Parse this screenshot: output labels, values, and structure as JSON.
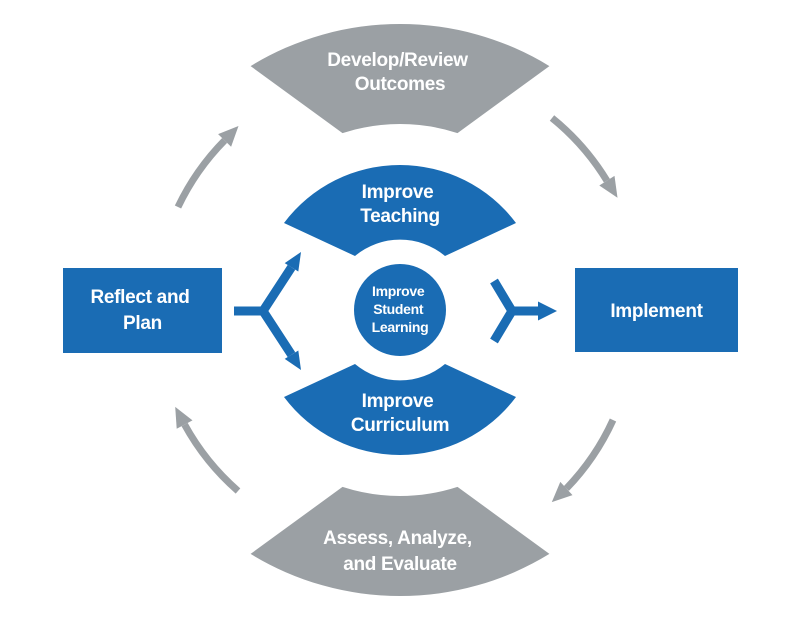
{
  "colors": {
    "blue": "#1a6cb4",
    "gray": "#9ba0a4",
    "background": "#ffffff",
    "label_text": "#ffffff"
  },
  "outer_cycle": {
    "develop_review": {
      "lines": [
        "Develop/Review",
        "Outcomes"
      ]
    },
    "implement": {
      "lines": [
        "Implement"
      ]
    },
    "assess_analyze_evaluate": {
      "lines": [
        "Assess, Analyze,",
        "and Evaluate"
      ]
    },
    "reflect_plan": {
      "lines": [
        "Reflect and",
        "Plan"
      ]
    }
  },
  "inner_cycle": {
    "improve_teaching": {
      "lines": [
        "Improve",
        "Teaching"
      ]
    },
    "improve_curriculum": {
      "lines": [
        "Improve",
        "Curriculum"
      ]
    },
    "improve_student_learning": {
      "lines": [
        "Improve",
        "Student",
        "Learning"
      ]
    }
  },
  "icons": {
    "cycle_arrow_top_left": "curved-arrow-clockwise-up-right",
    "cycle_arrow_top_right": "curved-arrow-clockwise-down-right",
    "cycle_arrow_bottom_right": "curved-arrow-clockwise-down-left",
    "cycle_arrow_bottom_left": "curved-arrow-clockwise-up-left",
    "split_arrow": "split-branch-double-arrow",
    "merge_arrow": "merge-branch-arrow"
  }
}
